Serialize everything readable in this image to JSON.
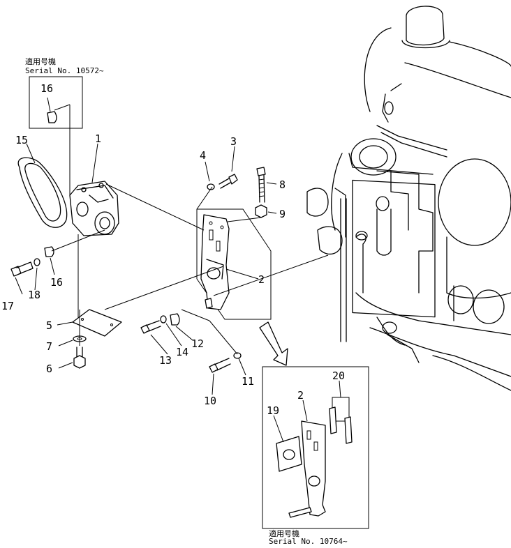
{
  "inset_top": {
    "serial_jp": "適用号機",
    "serial": "Serial No. 10572~",
    "callout": "16"
  },
  "inset_bottom": {
    "serial_jp": "適用号機",
    "serial": "Serial No. 10764~",
    "callouts": [
      "20",
      "2",
      "19"
    ]
  },
  "callouts": [
    "1",
    "2",
    "3",
    "4",
    "5",
    "6",
    "7",
    "8",
    "9",
    "10",
    "11",
    "12",
    "13",
    "14",
    "15",
    "16",
    "17",
    "18"
  ]
}
